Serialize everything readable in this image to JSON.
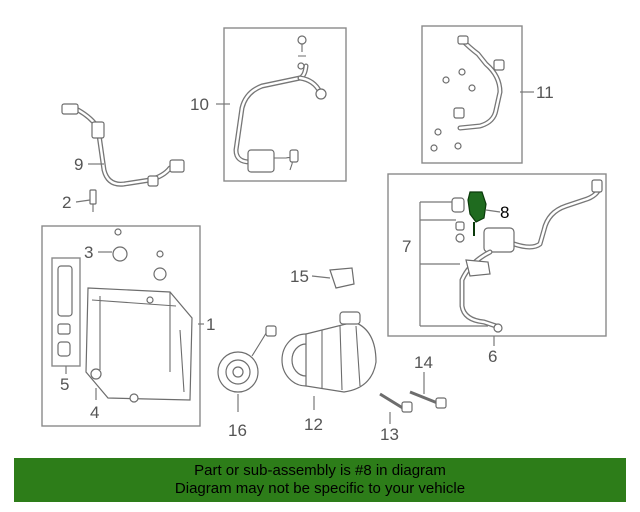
{
  "callouts": {
    "p1": "1",
    "p2": "2",
    "p3": "3",
    "p4": "4",
    "p5": "5",
    "p6": "6",
    "p7": "7",
    "p8": "8",
    "p9": "9",
    "p10": "10",
    "p11": "11",
    "p12": "12",
    "p13": "13",
    "p14": "14",
    "p15": "15",
    "p16": "16"
  },
  "highlighted_part": "8",
  "colors": {
    "banner": "#2d7d19",
    "highlight": "#1f6b1f"
  },
  "banner": {
    "line1": "Part or sub-assembly is #8 in diagram",
    "line2": "Diagram may not be specific to your vehicle"
  }
}
